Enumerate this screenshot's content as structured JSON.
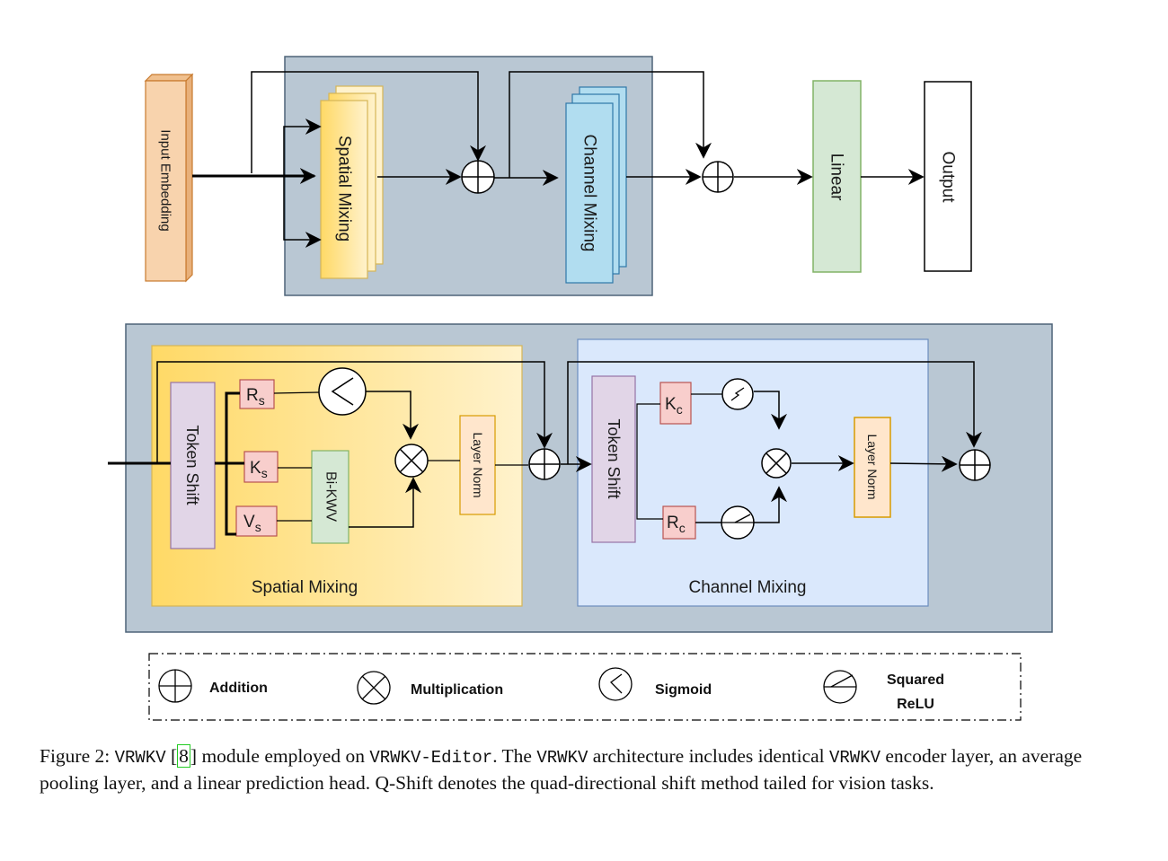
{
  "top_diagram": {
    "input_embedding": "Input Embedding",
    "spatial_mixing": "Spatial Mixing",
    "channel_mixing": "Channel Mixing",
    "linear": "Linear",
    "output": "Output"
  },
  "bottom_diagram": {
    "spatial_block": {
      "title": "Spatial Mixing",
      "token_shift": "Token Shift",
      "r": {
        "main": "R",
        "sub": "s"
      },
      "k": {
        "main": "K",
        "sub": "s"
      },
      "v": {
        "main": "V",
        "sub": "s"
      },
      "bikwv": "Bi-KWV",
      "layer_norm": "Layer Norm"
    },
    "channel_block": {
      "title": "Channel Mixing",
      "token_shift": "Token Shift",
      "k": {
        "main": "K",
        "sub": "c"
      },
      "r": {
        "main": "R",
        "sub": "c"
      },
      "layer_norm": "Layer Norm"
    }
  },
  "legend": {
    "items": [
      {
        "icon": "addition-icon",
        "label": "Addition"
      },
      {
        "icon": "multiplication-icon",
        "label": "Multiplication"
      },
      {
        "icon": "sigmoid-icon",
        "label": "Sigmoid"
      },
      {
        "icon": "squared-relu-icon",
        "label_line1": "Squared",
        "label_line2": "ReLU"
      }
    ]
  },
  "caption": {
    "prefix": "Figure 2: ",
    "m1": "VRWKV",
    "ref_open": " [",
    "ref": "8",
    "ref_close": "] module employed on ",
    "m2": "VRWKV-Editor",
    "t1": ". The ",
    "m3": "VRWKV",
    "t2": " architecture includes identical ",
    "m4": "VRWKV",
    "t3": " encoder layer, an average pooling layer, and a linear prediction head. Q-Shift denotes the quad-directional shift method tailed for vision tasks."
  },
  "colors": {
    "module_bg": "#b9c7d3",
    "module_border": "#4e6478",
    "input_fill": "#f8d3ad",
    "input_border": "#c87a2e",
    "spatial_grad_start": "#ffd966",
    "spatial_grad_end": "#fff2cc",
    "channel_fill": "#b1ddf0",
    "channel_border": "#2f78a8",
    "linear_fill": "#d5e8d4",
    "linear_border": "#82b366",
    "token_shift_fill": "#e1d5e7",
    "token_shift_border": "#9673a6",
    "rkv_fill": "#f8cecc",
    "rkv_border": "#b85450",
    "layernorm_fill": "#ffe6cc",
    "layernorm_border": "#d79b00",
    "channel_block_fill": "#dae8fc",
    "channel_block_border": "#6c8ebf",
    "citation_box": "#22cc22"
  }
}
